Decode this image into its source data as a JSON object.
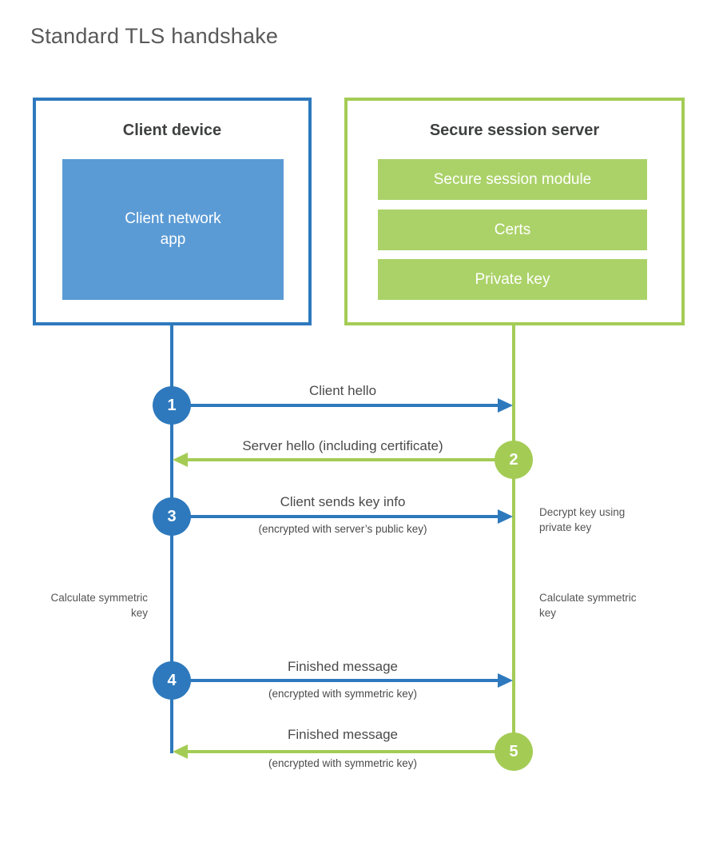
{
  "title": "Standard TLS handshake",
  "colors": {
    "blue": "#2e79bd",
    "blue_light": "#5b9bd5",
    "green": "#a4cc55",
    "green_light": "#abd268",
    "heading_text": "#3f4040",
    "label_text": "#4a4a4a",
    "title_text": "#595959"
  },
  "actors": {
    "client": {
      "title": "Client device",
      "component": "Client network app"
    },
    "server": {
      "title": "Secure session server",
      "components": [
        "Secure session module",
        "Certs",
        "Private key"
      ]
    }
  },
  "messages": [
    {
      "step": "1",
      "from": "client",
      "to": "server",
      "label": "Client hello",
      "sublabel": ""
    },
    {
      "step": "2",
      "from": "server",
      "to": "client",
      "label": "Server hello (including certificate)",
      "sublabel": ""
    },
    {
      "step": "3",
      "from": "client",
      "to": "server",
      "label": "Client sends key info",
      "sublabel": "(encrypted with server’s public key)"
    },
    {
      "step": "4",
      "from": "client",
      "to": "server",
      "label": "Finished message",
      "sublabel": "(encrypted with symmetric key)"
    },
    {
      "step": "5",
      "from": "server",
      "to": "client",
      "label": "Finished message",
      "sublabel": "(encrypted with symmetric key)"
    }
  ],
  "notes": [
    {
      "text": "Decrypt key using private key",
      "side": "server",
      "attached_to_step": "3"
    },
    {
      "text": "Calculate symmetric key",
      "side": "client"
    },
    {
      "text": "Calculate symmetric key",
      "side": "server"
    }
  ]
}
